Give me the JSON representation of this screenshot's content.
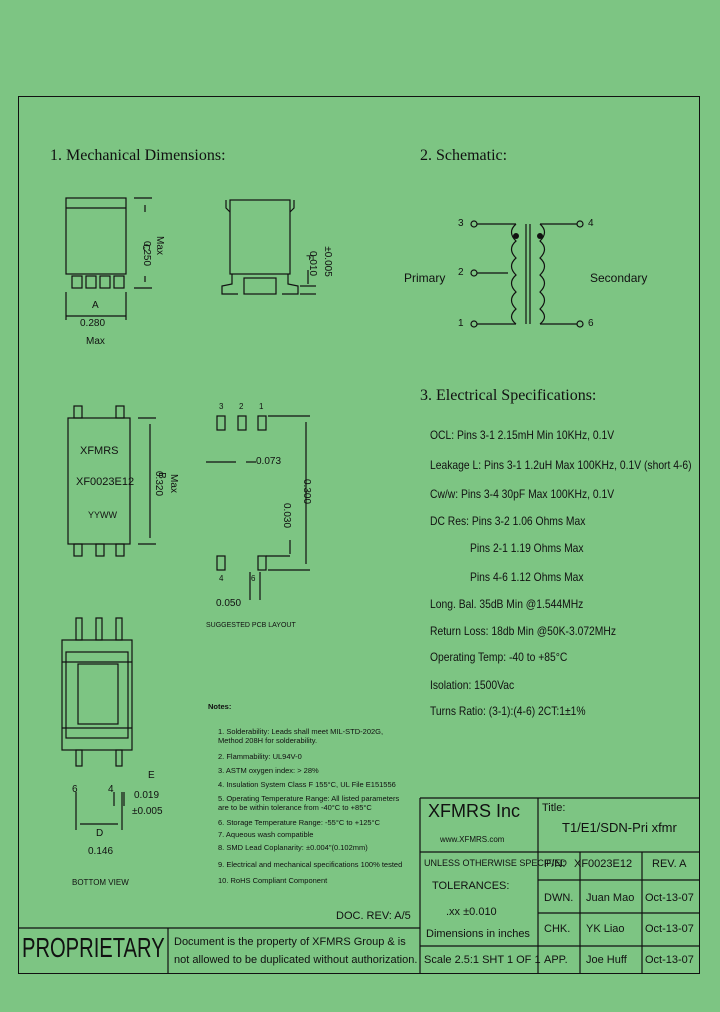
{
  "sections": {
    "mech": "1. Mechanical Dimensions:",
    "schem": "2. Schematic:",
    "elec": "3. Electrical Specifications:"
  },
  "mech": {
    "a_label": "A",
    "a_value": "0.280",
    "a_unit": "Max",
    "c_label": "C",
    "c_value": "0.250",
    "c_unit": "Max",
    "f_label": "F",
    "f_value": "0.010",
    "f_tol": "±0.005",
    "b_label": "B",
    "b_value": "0.320",
    "b_unit": "Max",
    "part_brand": "XFMRS",
    "part_number": "XF0023E12",
    "date_code": "YYWW",
    "pcb_pins_top": [
      "3",
      "2",
      "1"
    ],
    "pcb_pins_bottom": [
      "4",
      "6"
    ],
    "pcb_dim_073": "0.073",
    "pcb_dim_030": "0.030",
    "pcb_dim_300": "0.300",
    "pcb_dim_050": "0.050",
    "pcb_caption": "SUGGESTED PCB LAYOUT",
    "e_label": "E",
    "e_value": "0.019",
    "e_tol": "±0.005",
    "d_label": "D",
    "d_value": "0.146",
    "bottom_pin6": "6",
    "bottom_pin4": "4",
    "bottom_caption": "BOTTOM VIEW"
  },
  "schematic": {
    "primary": "Primary",
    "secondary": "Secondary",
    "pins_left": [
      "3",
      "2",
      "1"
    ],
    "pins_right": [
      "4",
      "6"
    ]
  },
  "specs": [
    "OCL: Pins 3-1 2.15mH Min 10KHz, 0.1V",
    "Leakage L: Pins 3-1 1.2uH Max 100KHz, 0.1V (short 4-6)",
    "Cw/w: Pins 3-4 30pF Max 100KHz, 0.1V",
    "DC Res: Pins 3-2 1.06 Ohms Max",
    "Pins 2-1 1.19 Ohms Max",
    "Pins 4-6 1.12 Ohms Max",
    "Long. Bal. 35dB Min @1.544MHz",
    "Return Loss: 18db Min @50K-3.072MHz",
    "Operating Temp: -40 to +85°C",
    "Isolation: 1500Vac",
    "Turns Ratio: (3-1):(4-6)   2CT:1±1%"
  ],
  "notes": {
    "heading": "Notes:",
    "items": [
      "1. Solderability: Leads shall meet MIL-STD-202G,",
      "    Method 208H for solderability.",
      "2. Flammability: UL94V-0",
      "3. ASTM oxygen index: > 28%",
      "4. Insulation System Class F 155°C, UL File E151556",
      "5. Operating Temperature Range: All listed parameters",
      "    are to be within tolerance from -40°C to +85°C",
      "6. Storage Temperature Range: -55°C to +125°C",
      "7. Aqueous wash compatible",
      "8. SMD  Lead Coplanarity: ±0.004\"(0.102mm)",
      "9. Electrical and mechanical specifications 100% tested",
      "10. RoHS Compliant Component"
    ]
  },
  "doc_rev": "DOC. REV:  A/5",
  "title_block": {
    "company": "XFMRS Inc",
    "website": "www.XFMRS.com",
    "title_label": "Title:",
    "title_value": "T1/E1/SDN-Pri xfmr",
    "tolerance_head": "UNLESS OTHERWISE SPECIFIED",
    "tolerances": "TOLERANCES:",
    "tol_value": ".xx ±0.010",
    "dims_in": "Dimensions in inches",
    "scale": "Scale 2.5:1 SHT 1 OF 1",
    "pn_label": "P/N:",
    "pn_value": "XF0023E12",
    "rev": "REV. A",
    "dwn_label": "DWN.",
    "dwn_name": "Juan Mao",
    "dwn_date": "Oct-13-07",
    "chk_label": "CHK.",
    "chk_name": "YK Liao",
    "chk_date": "Oct-13-07",
    "app_label": "APP.",
    "app_name": "Joe Huff",
    "app_date": "Oct-13-07"
  },
  "proprietary": {
    "label": "PROPRIETARY",
    "line1": "Document is the property of XFMRS Group & is",
    "line2": "not allowed to be duplicated without authorization."
  }
}
